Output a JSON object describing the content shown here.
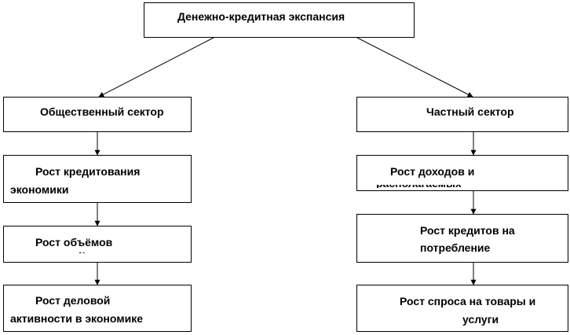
{
  "diagram": {
    "root": "Денежно-кредитная экспансия",
    "left": {
      "sector": "Общественный сектор",
      "step1_line1": "Рост кредитования",
      "step1_line2": "экономики",
      "step2_line1": "Рост объёмов",
      "step3_line1": "Рост деловой",
      "step3_line2": "активности в экономике"
    },
    "right": {
      "sector": "Частный сектор",
      "step1_line1": "Рост доходов и",
      "step2_line1": "Рост кредитов на",
      "step2_line2": "потребление",
      "step3_line1": "Рост спроса на товары и",
      "step3_line2": "услуги"
    }
  }
}
